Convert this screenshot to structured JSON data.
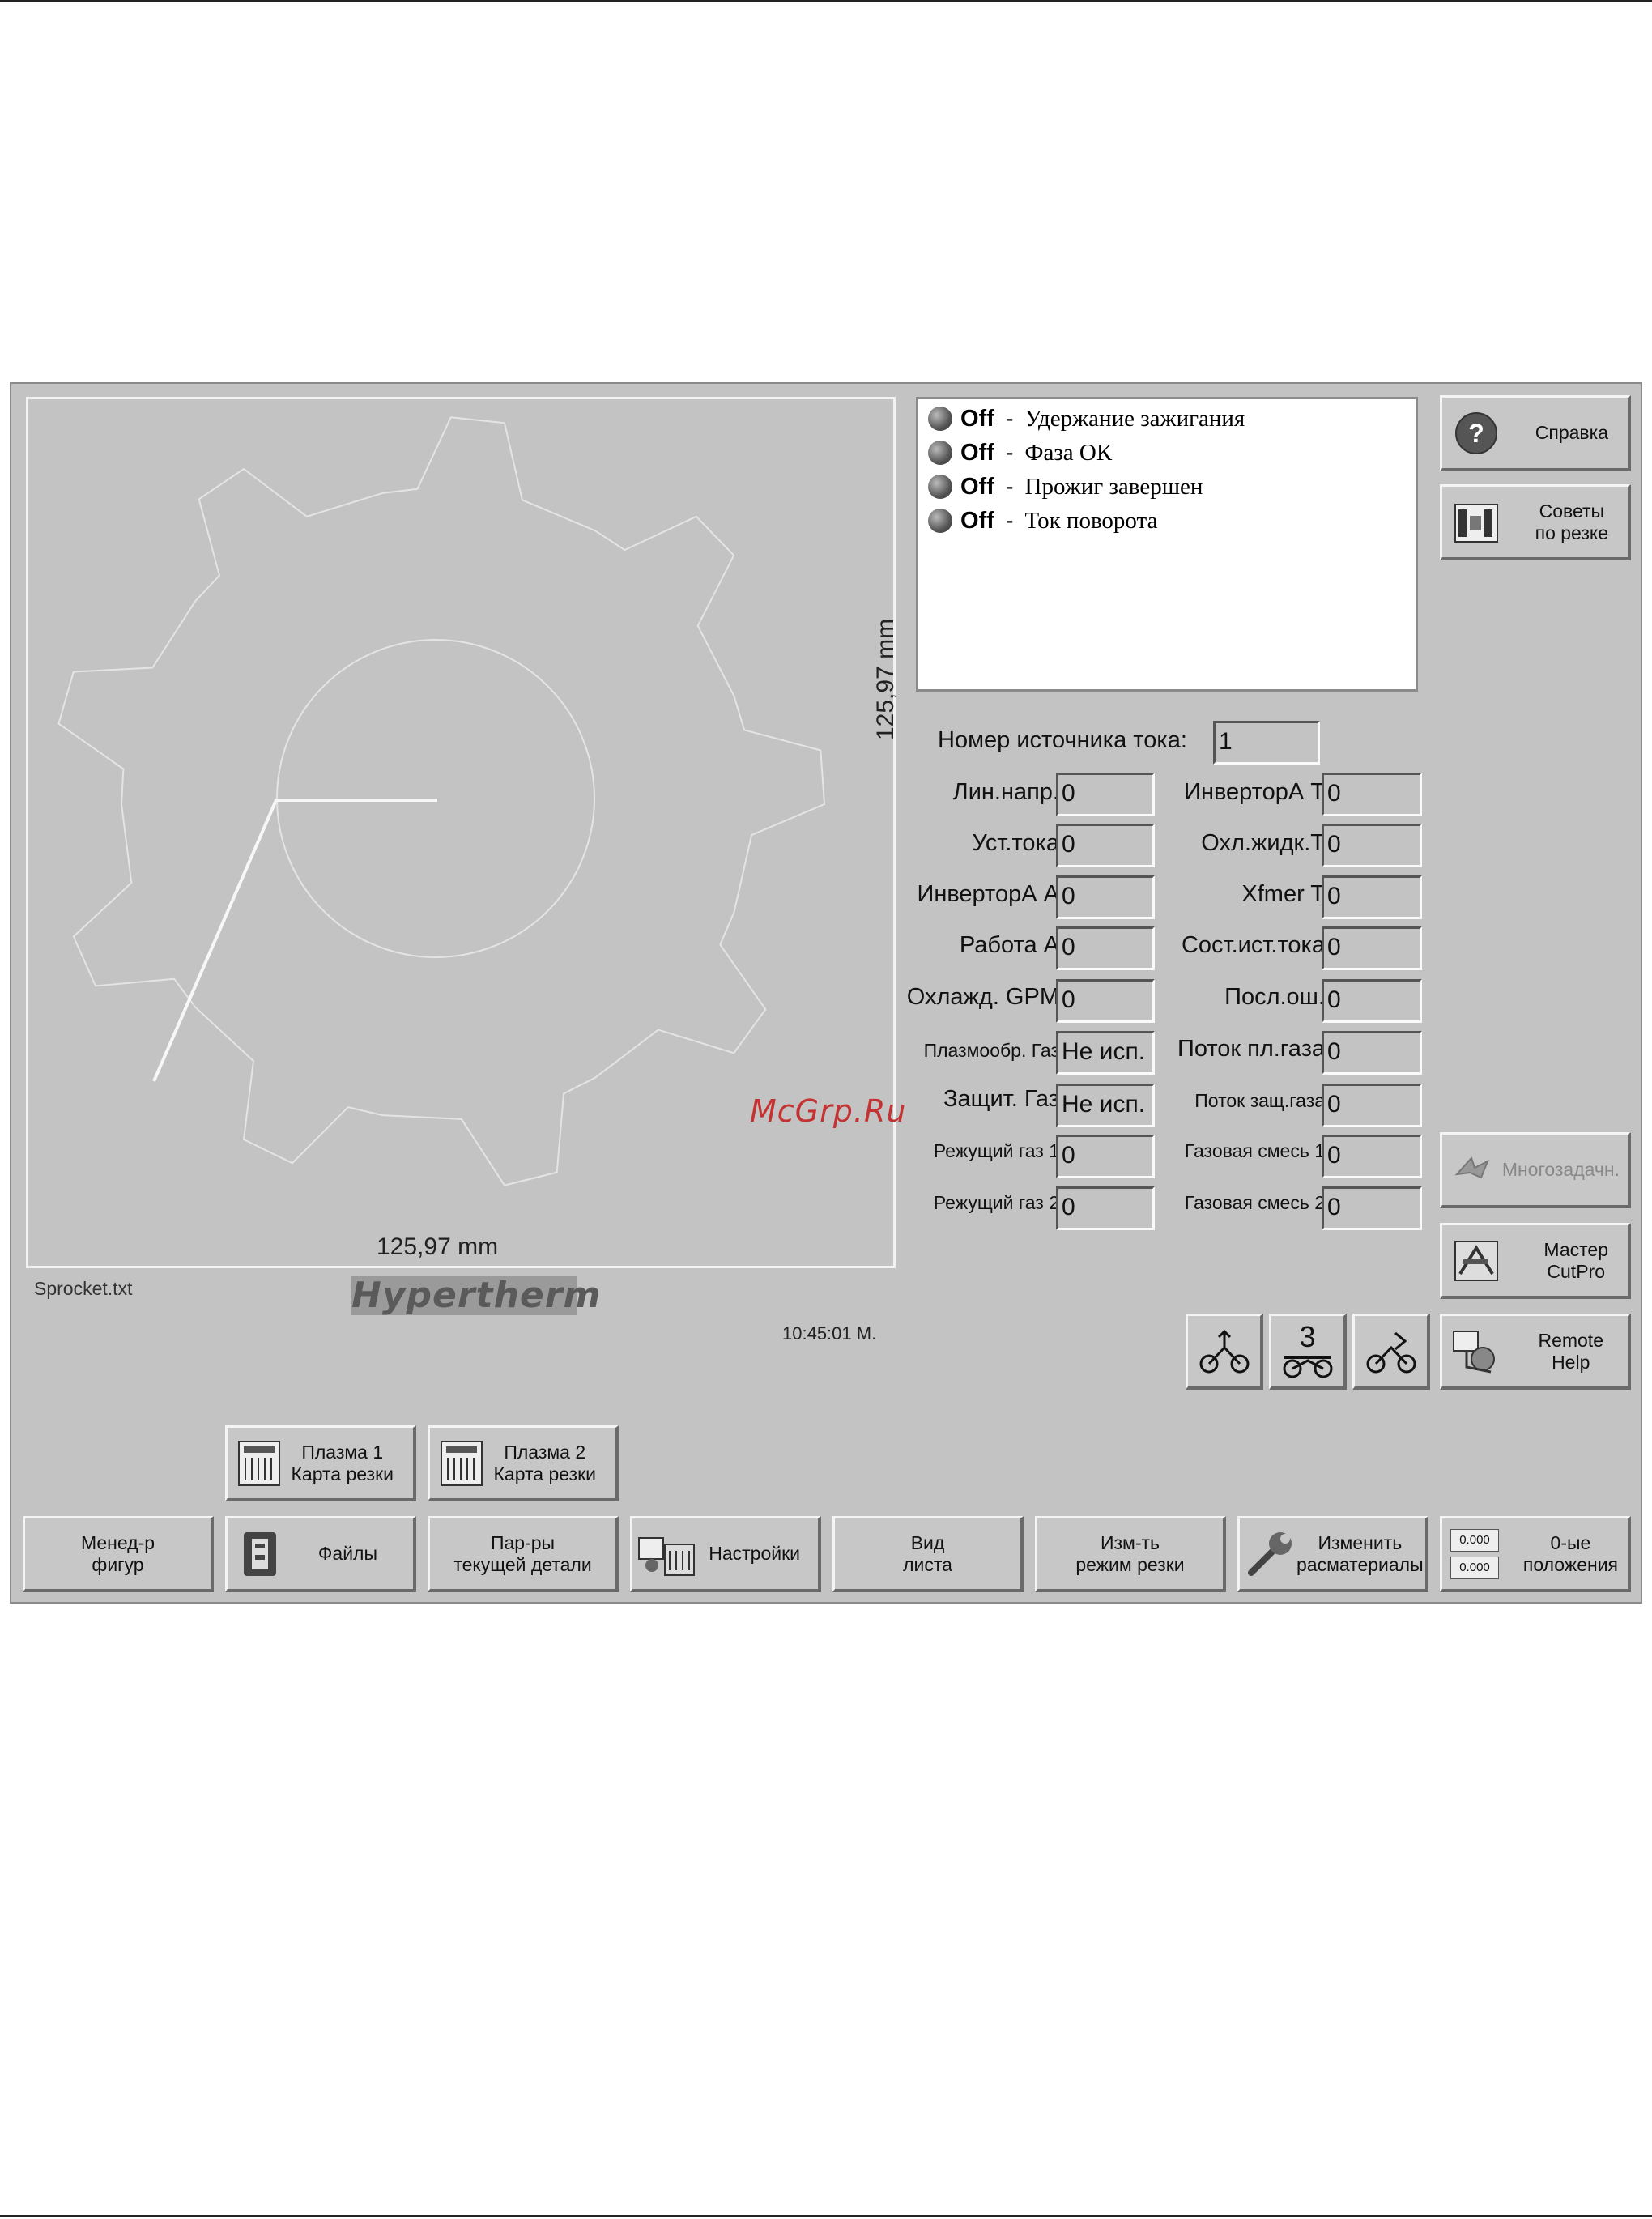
{
  "status_list": [
    {
      "state": "Off",
      "separator": "-",
      "label": "Удержание зажигания"
    },
    {
      "state": "Off",
      "separator": "-",
      "label": "Фаза ОК"
    },
    {
      "state": "Off",
      "separator": "-",
      "label": "Прожиг завершен"
    },
    {
      "state": "Off",
      "separator": "-",
      "label": "Ток поворота"
    }
  ],
  "canvas": {
    "dim_x": "125,97 mm",
    "dim_y": "125,97 mm",
    "filename": "Sprocket.txt",
    "logo": "Hypertherm",
    "clock": "10:45:01 M."
  },
  "power_source": {
    "label": "Номер источника тока:",
    "value": "1"
  },
  "fields_left": [
    {
      "label": "Лин.напр.",
      "value": "0"
    },
    {
      "label": "Уст.тока",
      "value": "0"
    },
    {
      "label": "ИнверторА А",
      "value": "0"
    },
    {
      "label": "Работа А",
      "value": "0"
    },
    {
      "label": "Охлажд. GPM",
      "value": "0"
    },
    {
      "label": "Плазмообр. Газ",
      "value": "Не исп."
    },
    {
      "label": "Защит. Газ",
      "value": "Не исп."
    },
    {
      "label": "Режущий газ 1",
      "value": "0"
    },
    {
      "label": "Режущий газ 2",
      "value": "0"
    }
  ],
  "fields_right": [
    {
      "label": "ИнверторА Т",
      "value": "0"
    },
    {
      "label": "Охл.жидк.Т",
      "value": "0"
    },
    {
      "label": "Xfmer T",
      "value": "0"
    },
    {
      "label": "Сост.ист.тока",
      "value": "0"
    },
    {
      "label": "Посл.ош.",
      "value": "0"
    },
    {
      "label": "Поток пл.газа",
      "value": "0"
    },
    {
      "label": "Поток защ.газа",
      "value": "0"
    },
    {
      "label": "Газовая смесь 1",
      "value": "0"
    },
    {
      "label": "Газовая смесь 2",
      "value": "0"
    }
  ],
  "side_buttons": {
    "help": "Справка",
    "cut_tips_1": "Советы",
    "cut_tips_2": "по резке",
    "multitask": "Многозадачн.",
    "cutpro_1": "Мастер",
    "cutpro_2": "CutPro",
    "remote_1": "Remote",
    "remote_2": "Help",
    "torch_number": "3"
  },
  "cut_chart_buttons": [
    {
      "line1": "Плазма 1",
      "line2": "Карта резки"
    },
    {
      "line1": "Плазма 2",
      "line2": "Карта резки"
    }
  ],
  "bottom_buttons": {
    "shape_manager_1": "Менед-р",
    "shape_manager_2": "фигур",
    "files": "Файлы",
    "part_options_1": "Пар-ры",
    "part_options_2": "текущей детали",
    "setups": "Настройки",
    "plate_view_1": "Вид",
    "plate_view_2": "листа",
    "change_mode_1": "Изм-ть",
    "change_mode_2": "режим резки",
    "change_consumables_1": "Изменить",
    "change_consumables_2": "расматериалы",
    "zero_positions_1": "0-ые",
    "zero_positions_2": "положения",
    "zero_x": "0.000",
    "zero_y": "0.000"
  },
  "watermark": "McGrp.Ru"
}
